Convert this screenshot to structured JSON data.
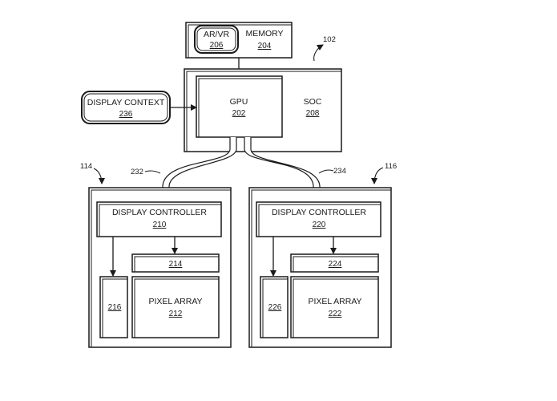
{
  "memory_block": {
    "label": "MEMORY",
    "ref": "204"
  },
  "arvr_block": {
    "label": "AR/VR",
    "ref": "206"
  },
  "soc_block": {
    "label": "SOC",
    "ref": "208",
    "tag": "102"
  },
  "gpu_block": {
    "label": "GPU",
    "ref": "202"
  },
  "display_context": {
    "label": "DISPLAY CONTEXT",
    "ref": "236"
  },
  "link_left": {
    "tag": "232"
  },
  "link_right": {
    "tag": "234"
  },
  "display_left": {
    "tag": "114",
    "controller_label": "DISPLAY CONTROLLER",
    "controller_ref": "210",
    "row_driver_ref": "214",
    "column_driver_ref": "216",
    "pixel_label": "PIXEL ARRAY",
    "pixel_ref": "212"
  },
  "display_right": {
    "tag": "116",
    "controller_label": "DISPLAY CONTROLLER",
    "controller_ref": "220",
    "row_driver_ref": "224",
    "column_driver_ref": "226",
    "pixel_label": "PIXEL ARRAY",
    "pixel_ref": "222"
  }
}
